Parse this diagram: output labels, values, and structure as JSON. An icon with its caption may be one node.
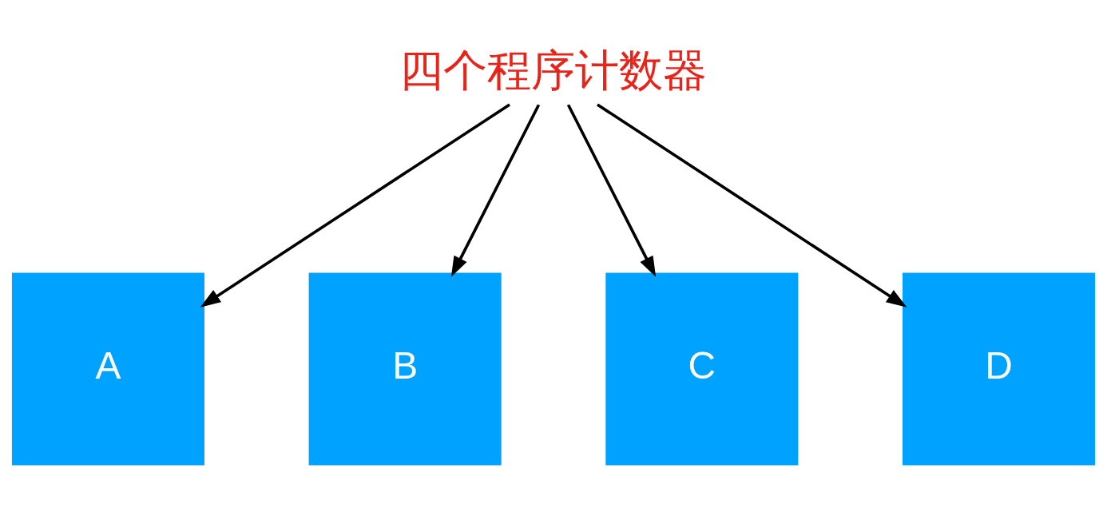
{
  "diagram": {
    "nodes": [
      {
        "text": [
          "四个程序计数器"
        ]
      },
      {
        "text": [
          "A"
        ]
      },
      {
        "text": [
          "B"
        ]
      },
      {
        "text": [
          "C"
        ]
      },
      {
        "text": [
          "D"
        ]
      }
    ],
    "edges": [
      {
        "from": 0,
        "to": 1,
        "arrow": "to"
      },
      {
        "from": 0,
        "to": 2,
        "arrow": "to"
      },
      {
        "from": 0,
        "to": 3,
        "arrow": "to"
      },
      {
        "from": 0,
        "to": 4,
        "arrow": "to"
      }
    ]
  }
}
